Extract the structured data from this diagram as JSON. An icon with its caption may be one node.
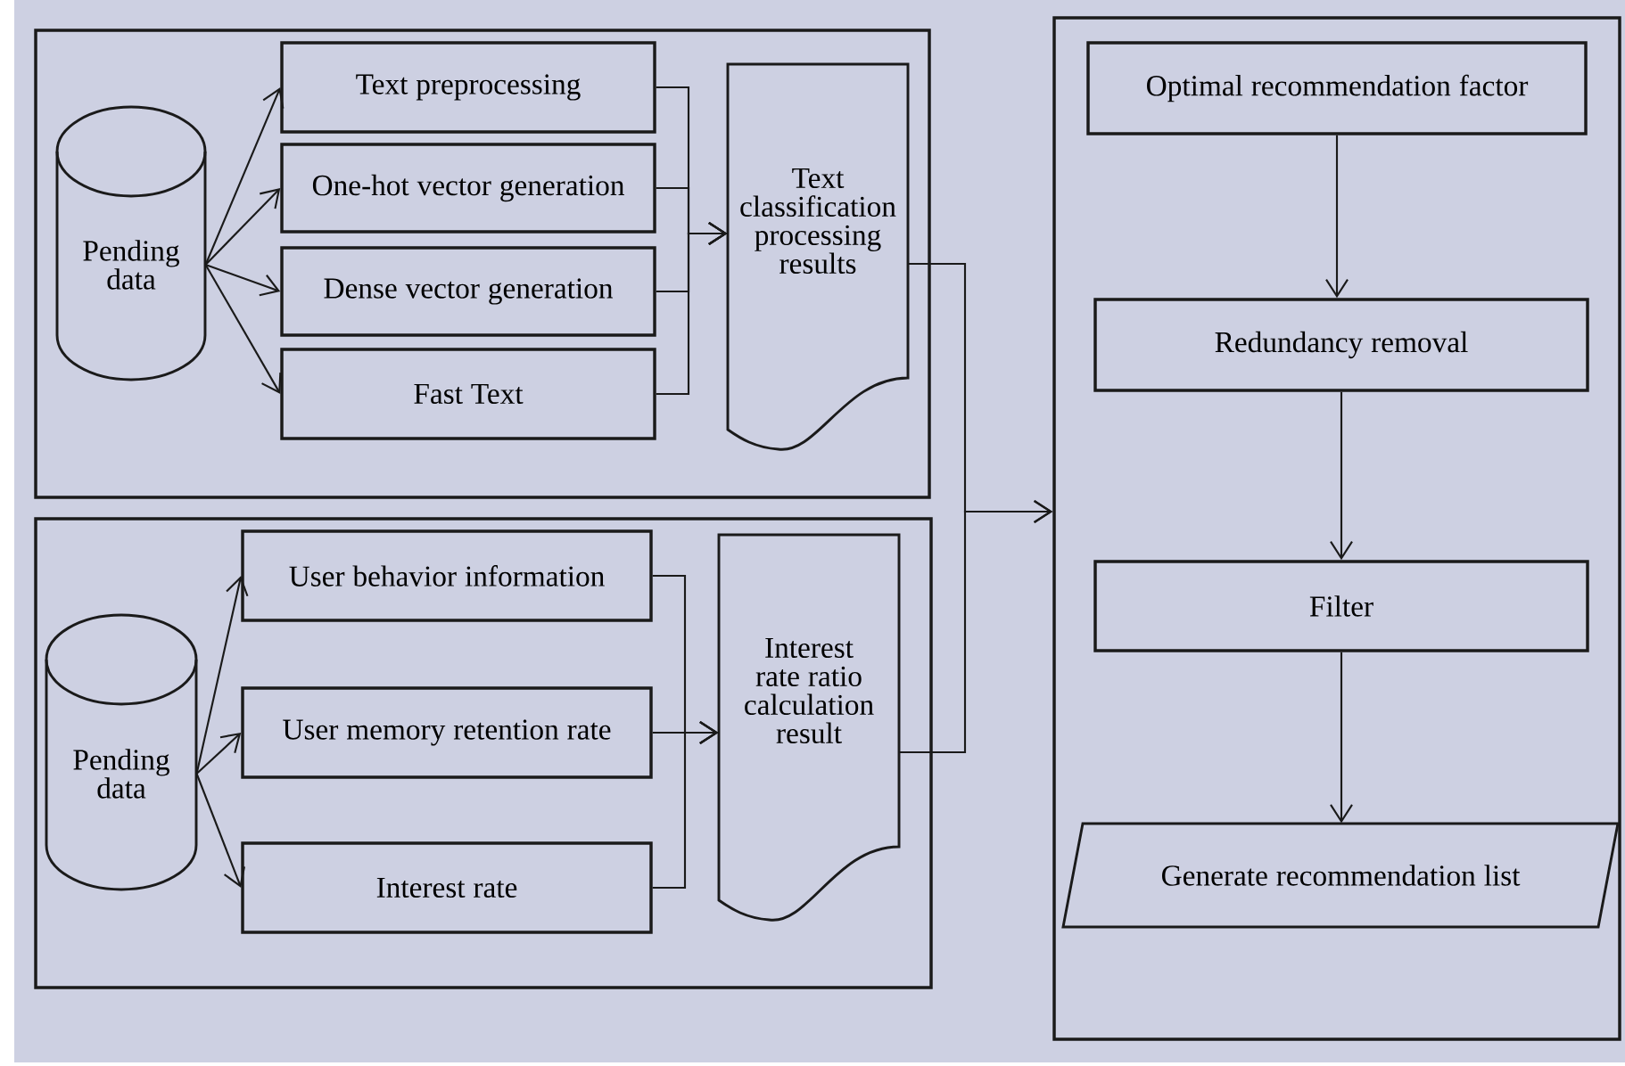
{
  "diagram": {
    "nodes": [
      {
        "text": [],
        "shape": "box"
      },
      {
        "text": [
          "Pending data"
        ],
        "in": 0
      },
      {
        "text": [
          "Text preprocessing"
        ],
        "in": 0
      },
      {
        "text": [
          "One-hot vector generation"
        ],
        "in": 0
      },
      {
        "text": [
          "Dense vector generation"
        ],
        "in": 0
      },
      {
        "text": [
          "Fast Text"
        ],
        "in": 0
      },
      {
        "text": [
          "Text classification processing results"
        ],
        "in": 0
      },
      {
        "text": [],
        "shape": "box"
      },
      {
        "text": [
          "Pending data"
        ],
        "in": 7
      },
      {
        "text": [
          "User behavior information"
        ],
        "in": 7
      },
      {
        "text": [
          "User memory retention rate"
        ],
        "in": 7
      },
      {
        "text": [
          "Interest rate"
        ],
        "in": 7
      },
      {
        "text": [
          "Interest rate ratio calculation result"
        ],
        "in": 7
      },
      {
        "text": [],
        "shape": "box"
      },
      {
        "text": [
          "Optimal recommendation factor"
        ],
        "in": 13
      },
      {
        "text": [
          "Redundancy removal"
        ],
        "in": 13
      },
      {
        "text": [
          "Filter"
        ],
        "in": 13
      },
      {
        "text": [
          "Generate recommendation list"
        ],
        "in": 13
      }
    ],
    "edges": [
      {
        "from": 1,
        "to": 2,
        "arrow": "to"
      },
      {
        "from": 1,
        "to": 3,
        "arrow": "to"
      },
      {
        "from": 1,
        "to": 4,
        "arrow": "to"
      },
      {
        "from": 1,
        "to": 5,
        "arrow": "to"
      },
      {
        "from": 2,
        "to": 6,
        "arrow": "to"
      },
      {
        "from": 3,
        "to": 6,
        "arrow": "to"
      },
      {
        "from": 4,
        "to": 6,
        "arrow": "to"
      },
      {
        "from": 5,
        "to": 6,
        "arrow": "to"
      },
      {
        "from": 8,
        "to": 9,
        "arrow": "to"
      },
      {
        "from": 8,
        "to": 10,
        "arrow": "to"
      },
      {
        "from": 8,
        "to": 11,
        "arrow": "to"
      },
      {
        "from": 9,
        "to": 12,
        "arrow": "to"
      },
      {
        "from": 10,
        "to": 12,
        "arrow": "to"
      },
      {
        "from": 11,
        "to": 12,
        "arrow": "to"
      },
      {
        "from": 6,
        "to": 13,
        "arrow": "to"
      },
      {
        "from": 12,
        "to": 13,
        "arrow": "to"
      },
      {
        "from": 14,
        "to": 15,
        "arrow": "to"
      },
      {
        "from": 15,
        "to": 16,
        "arrow": "to"
      },
      {
        "from": 16,
        "to": 17,
        "arrow": "to"
      }
    ]
  }
}
